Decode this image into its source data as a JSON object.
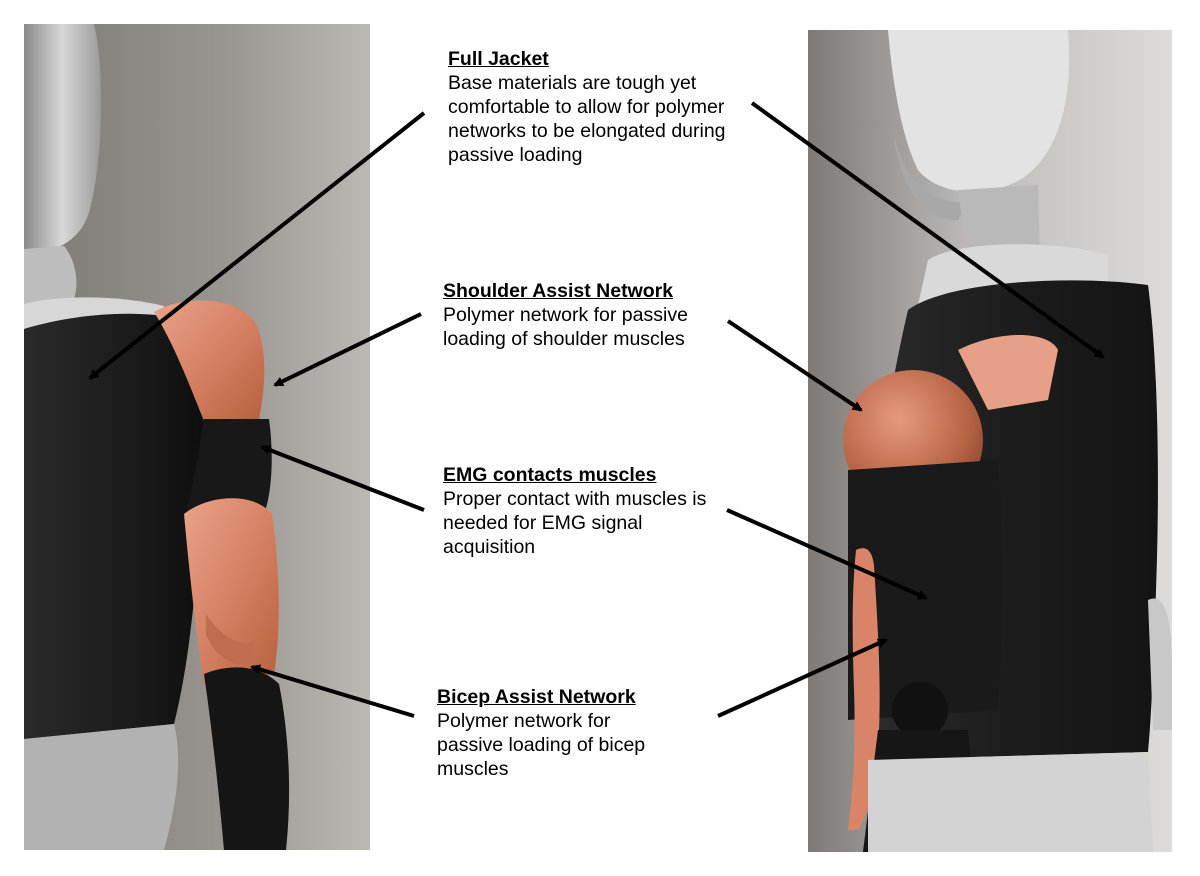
{
  "colors": {
    "jacket": "#1b1b1b",
    "network": "#d98468",
    "mannequin": "#c9c9c9",
    "backdrop": "#8f8b88",
    "arrow": "#000000"
  },
  "callouts": [
    {
      "id": "full-jacket",
      "heading": "Full Jacket",
      "description": "Base materials are tough yet comfortable to allow for polymer networks to be elongated during passive loading"
    },
    {
      "id": "shoulder-assist",
      "heading": "Shoulder Assist Network",
      "description": "Polymer network for passive loading of shoulder muscles"
    },
    {
      "id": "emg-contacts",
      "heading": "EMG contacts muscles",
      "description": "Proper contact with muscles is needed for EMG signal acquisition"
    },
    {
      "id": "bicep-assist",
      "heading": "Bicep Assist Network",
      "description": "Polymer network for passive loading of bicep muscles"
    }
  ]
}
